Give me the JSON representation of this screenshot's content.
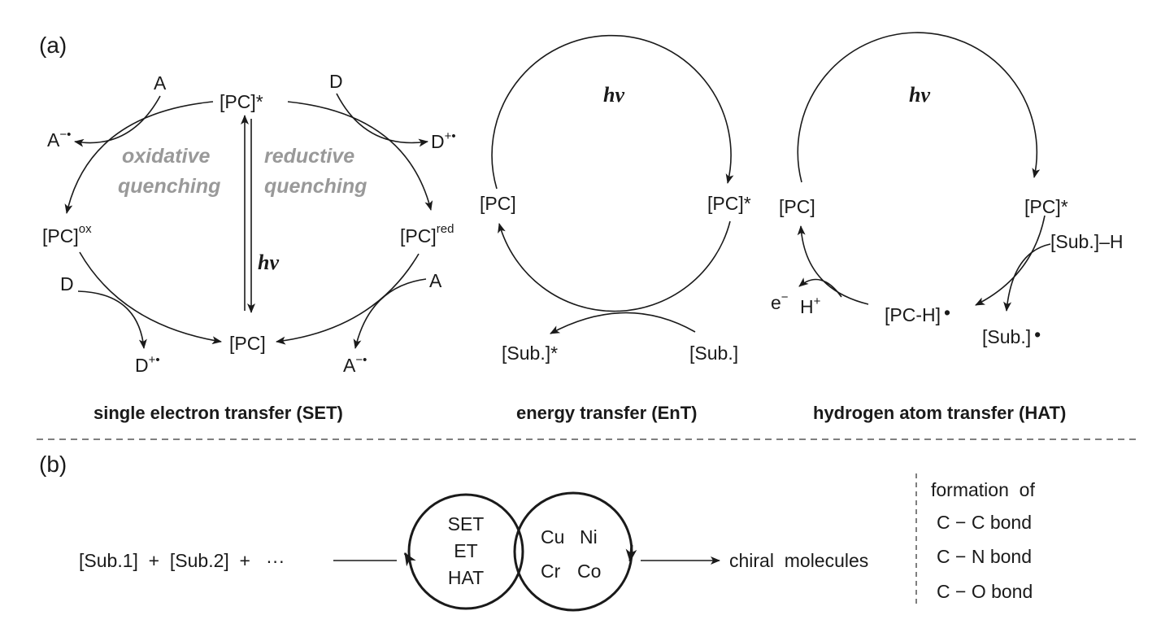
{
  "panel_a": {
    "label": "(a)",
    "set": {
      "pc_star": "[PC]*",
      "pc_ox": "[PC]",
      "pc_ox_sup": "ox",
      "pc_red": "[PC]",
      "pc_red_sup": "red",
      "pc": "[PC]",
      "hv": "hv",
      "oxidative_line1": "oxidative",
      "oxidative_line2": "quenching",
      "reductive_line1": "reductive",
      "reductive_line2": "quenching",
      "acceptor_top": "A",
      "acceptor_top_product": "A",
      "acceptor_top_product_sup": "−•",
      "donor_top": "D",
      "donor_top_product": "D",
      "donor_top_product_sup": "+•",
      "donor_bottom": "D",
      "donor_bottom_product": "D",
      "donor_bottom_product_sup": "+•",
      "acceptor_bottom": "A",
      "acceptor_bottom_product": "A",
      "acceptor_bottom_product_sup": "−•",
      "caption": "single electron transfer (SET)"
    },
    "ent": {
      "hv": "hv",
      "pc": "[PC]",
      "pc_star": "[PC]*",
      "sub_star": "[Sub.]*",
      "sub": "[Sub.]",
      "caption": "energy transfer (EnT)"
    },
    "hat": {
      "hv": "hv",
      "pc": "[PC]",
      "pc_star": "[PC]*",
      "sub_h": "[Sub.]–H",
      "pc_h": "[PC-H]",
      "sub_radical": "[Sub.]",
      "electron": "e",
      "electron_sup": "−",
      "proton": "H",
      "proton_sup": "+",
      "radical_dot": "•",
      "caption": "hydrogen atom transfer (HAT)"
    }
  },
  "panel_b": {
    "label": "(b)",
    "substrates": "[Sub.1]  +  [Sub.2]  +   ···",
    "left_circle": [
      "SET",
      "ET",
      "HAT"
    ],
    "right_circle_row1": [
      "Cu",
      "Ni"
    ],
    "right_circle_row2": [
      "Cr",
      "Co"
    ],
    "product": "chiral  molecules",
    "formation_title": "formation  of",
    "bonds": [
      "C − C bond",
      "C − N bond",
      "C − O bond"
    ]
  }
}
